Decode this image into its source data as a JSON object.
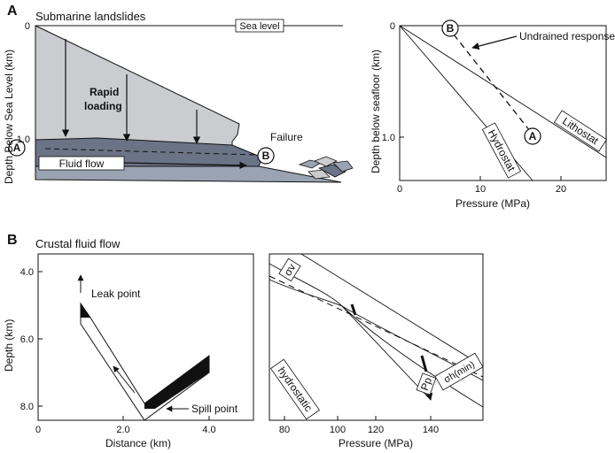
{
  "panel_a": {
    "letter": "A",
    "left": {
      "title": "Submarine landslides",
      "sea_level": "Sea level",
      "y_axis_label": "Depth Below Sea Level  (km)",
      "tick_0": "0",
      "tick_1": "1.0",
      "rapid_loading_1": "Rapid",
      "rapid_loading_2": "loading",
      "fluid_flow": "Fluid flow",
      "failure": "Failure",
      "point_a": "A",
      "point_b": "B",
      "colors": {
        "wedge": "#cbccd0",
        "layer": "#6b7387",
        "base": "#9aa3b1"
      }
    },
    "right": {
      "undrained": "Undrained response",
      "y_axis_label": "Depth below seafloor (km)",
      "x_axis_label": "Pressure (MPa)",
      "x_ticks": [
        "0",
        "10",
        "20"
      ],
      "y_ticks": [
        "0",
        "1.0"
      ],
      "hydrostat": "Hydrostat",
      "lithostat": "Lithostat",
      "point_a": "A",
      "point_b": "B"
    }
  },
  "panel_b": {
    "letter": "B",
    "title": "Crustal fluid flow",
    "left": {
      "y_axis_label": "Depth (km)",
      "x_axis_label": "Distance (km)",
      "y_ticks": [
        "4.0",
        "6.0",
        "8.0"
      ],
      "x_ticks": [
        "0",
        "2.0",
        "4.0"
      ],
      "leak_point": "Leak point",
      "spill_point": "Spill point"
    },
    "right": {
      "x_axis_label": "Pressure (MPa)",
      "x_ticks": [
        "80",
        "100",
        "120",
        "140"
      ],
      "sigma_v": "σv",
      "sigma_h": "σh(min)",
      "hydrostatic": "hydrostatic",
      "pp": "Pp"
    }
  }
}
